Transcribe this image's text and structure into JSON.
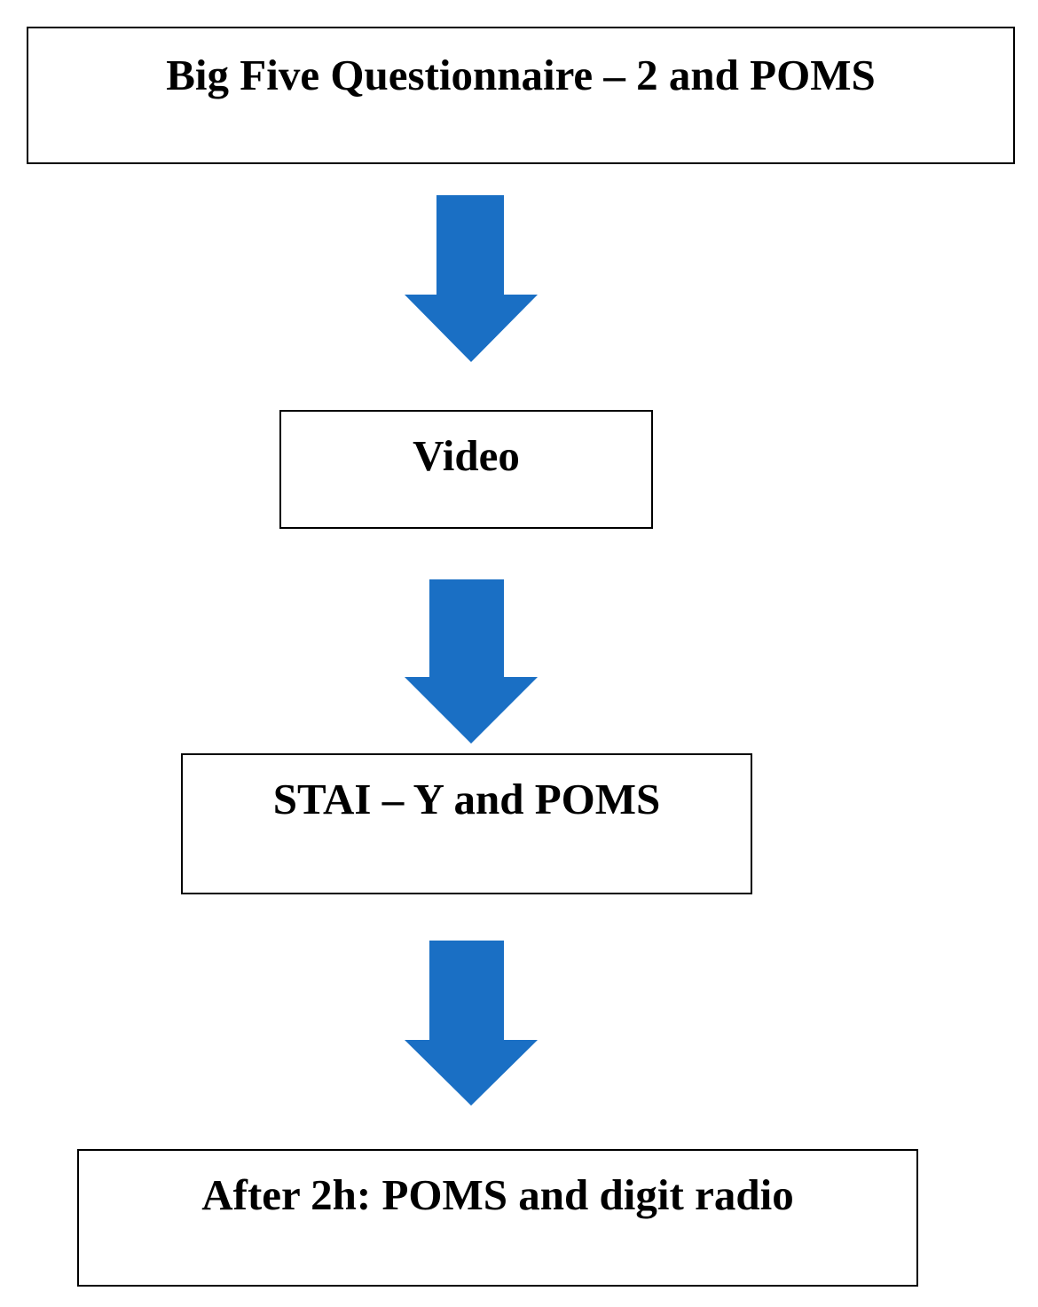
{
  "flowchart": {
    "steps": [
      {
        "label": "Big Five Questionnaire – 2 and POMS"
      },
      {
        "label": "Video"
      },
      {
        "label": "STAI – Y and POMS"
      },
      {
        "label": "After 2h: POMS and digit radio"
      }
    ],
    "arrow_color": "#1a6fc4",
    "arrow_icon": "down-arrow-icon"
  }
}
